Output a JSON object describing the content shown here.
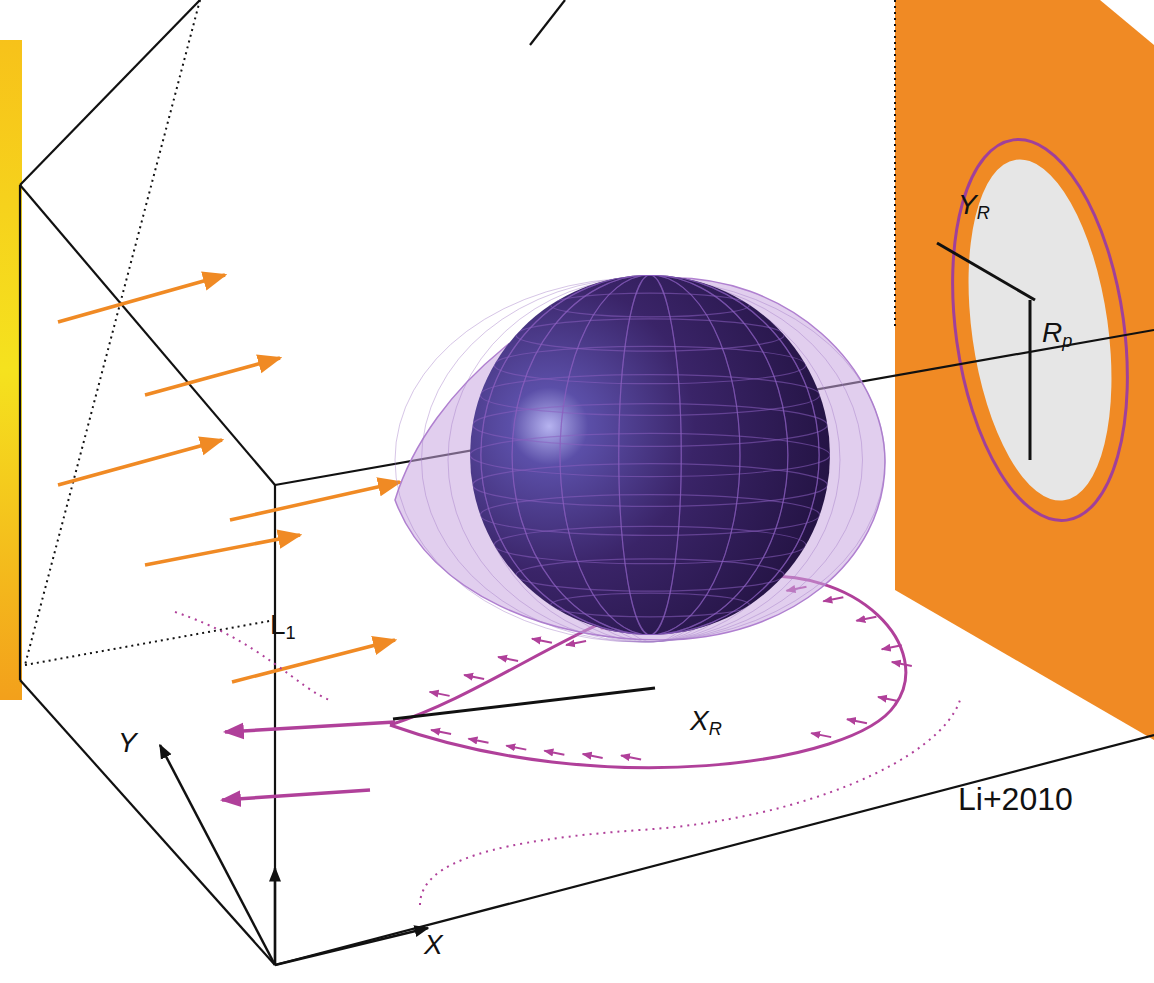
{
  "diagram": {
    "labels": [
      "L1",
      "XR",
      "YR",
      "Rp",
      "Li+2010",
      "Y",
      "X"
    ]
  }
}
